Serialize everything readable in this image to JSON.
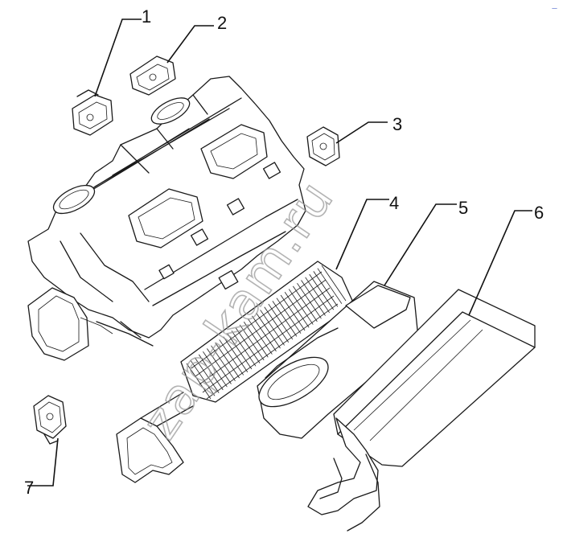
{
  "watermark": "zap-kam.ru",
  "corner_mark": "—",
  "callouts": [
    {
      "id": "1",
      "label": "1"
    },
    {
      "id": "2",
      "label": "2"
    },
    {
      "id": "3",
      "label": "3"
    },
    {
      "id": "4",
      "label": "4"
    },
    {
      "id": "5",
      "label": "5"
    },
    {
      "id": "6",
      "label": "6"
    },
    {
      "id": "7",
      "label": "7"
    }
  ],
  "colors": {
    "line": "#1a1a1a",
    "watermark": "#9a9a9a",
    "background": "#ffffff"
  }
}
